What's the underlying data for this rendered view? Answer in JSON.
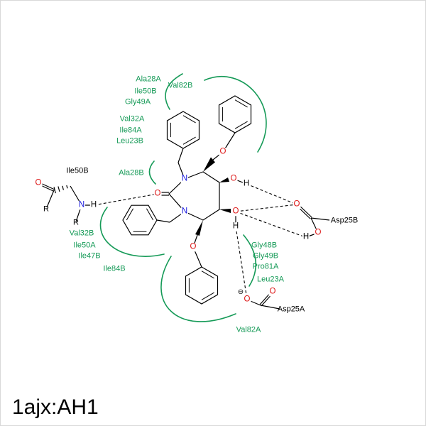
{
  "title": "1ajx:AH1",
  "atoms": {
    "N": "N",
    "O": "O",
    "H": "H",
    "R": "R",
    "charge": "⊖"
  },
  "residues": {
    "hydrophobic": [
      "Ala28A",
      "Ile50B",
      "Gly49A",
      "Val82B",
      "Val32A",
      "Ile84A",
      "Leu23B",
      "Ala28B",
      "Val32B",
      "Ile50A",
      "Ile47B",
      "Ile84B",
      "Gly48B",
      "Gly49B",
      "Pro81A",
      "Leu23A",
      "Val82A"
    ],
    "hbond": [
      "Ile50B",
      "Asp25B",
      "Asp25A"
    ]
  },
  "colors": {
    "hydrophobic_green": "#159a57",
    "oxygen_red": "#dc1414",
    "nitrogen_blue": "#1414dc",
    "bond_black": "#000000"
  }
}
